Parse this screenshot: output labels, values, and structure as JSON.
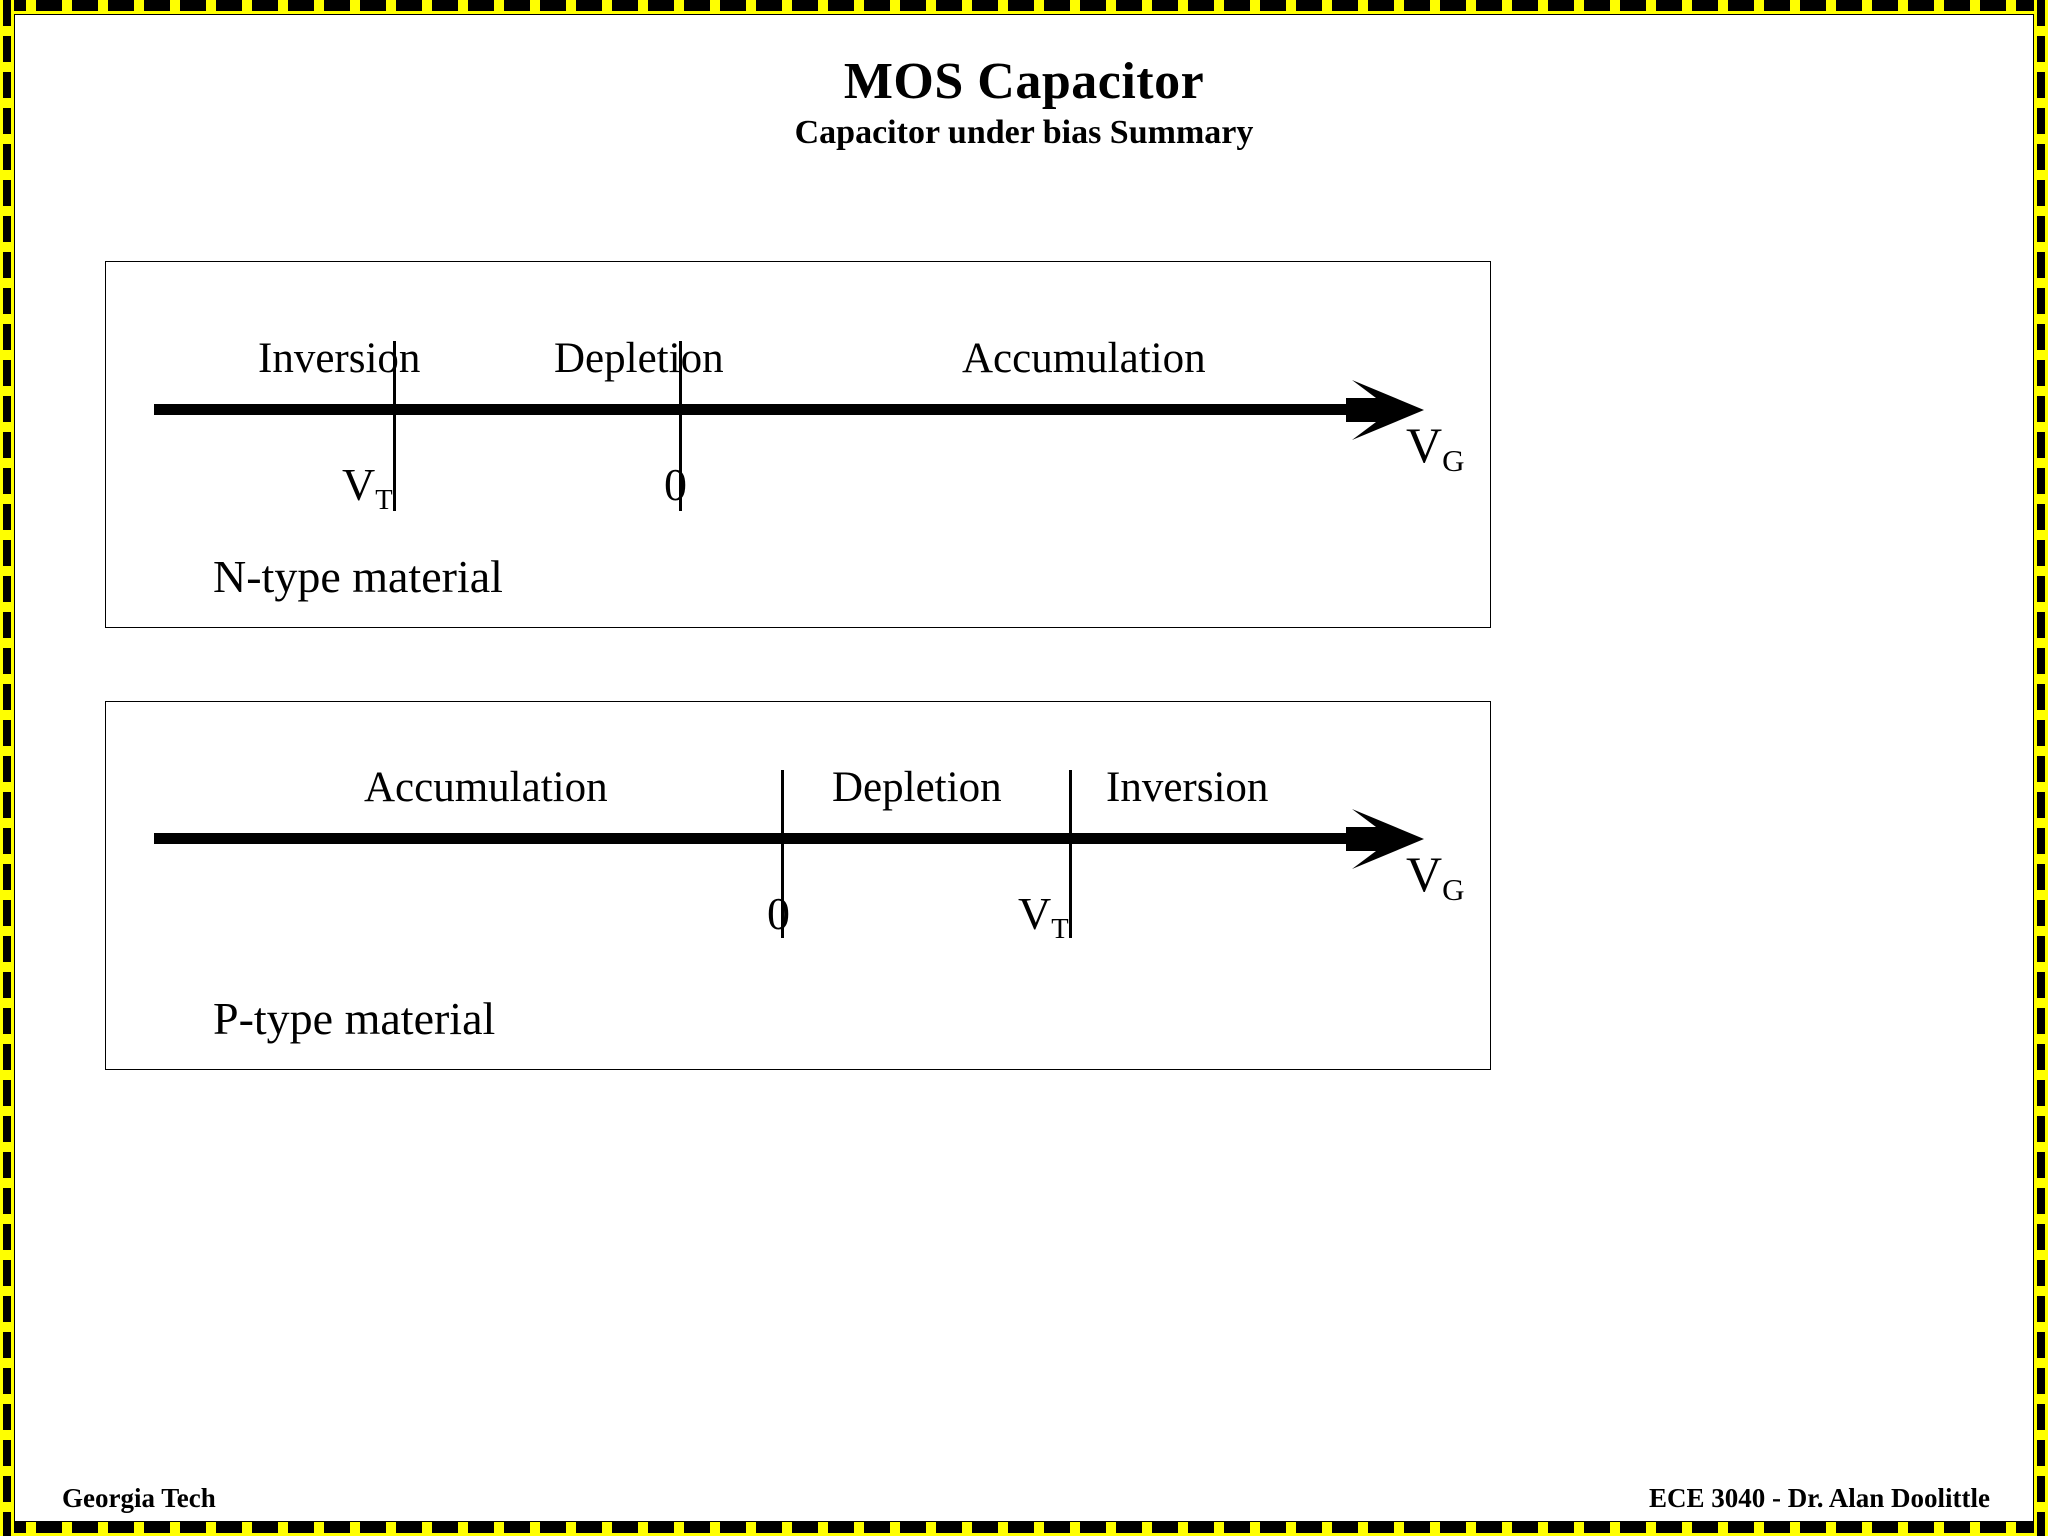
{
  "slide": {
    "title": "MOS Capacitor",
    "subtitle": "Capacitor under bias Summary",
    "border_color_yellow": "#ffff00",
    "border_color_black": "#000000",
    "background": "#ffffff"
  },
  "panels": [
    {
      "id": "ntype",
      "material_label": "N-type material",
      "axis_name": "V",
      "axis_name_sub": "G",
      "regions": [
        {
          "label": "Inversion"
        },
        {
          "label": "Depletion"
        },
        {
          "label": "Accumulation"
        }
      ],
      "ticks": [
        {
          "label": "V",
          "sub": "T"
        },
        {
          "label": "0",
          "sub": ""
        }
      ]
    },
    {
      "id": "ptype",
      "material_label": "P-type material",
      "axis_name": "V",
      "axis_name_sub": "G",
      "regions": [
        {
          "label": "Accumulation"
        },
        {
          "label": "Depletion"
        },
        {
          "label": "Inversion"
        }
      ],
      "ticks": [
        {
          "label": "0",
          "sub": ""
        },
        {
          "label": "V",
          "sub": "T"
        }
      ]
    }
  ],
  "footer": {
    "left": "Georgia Tech",
    "right": "ECE 3040 - Dr. Alan Doolittle"
  }
}
